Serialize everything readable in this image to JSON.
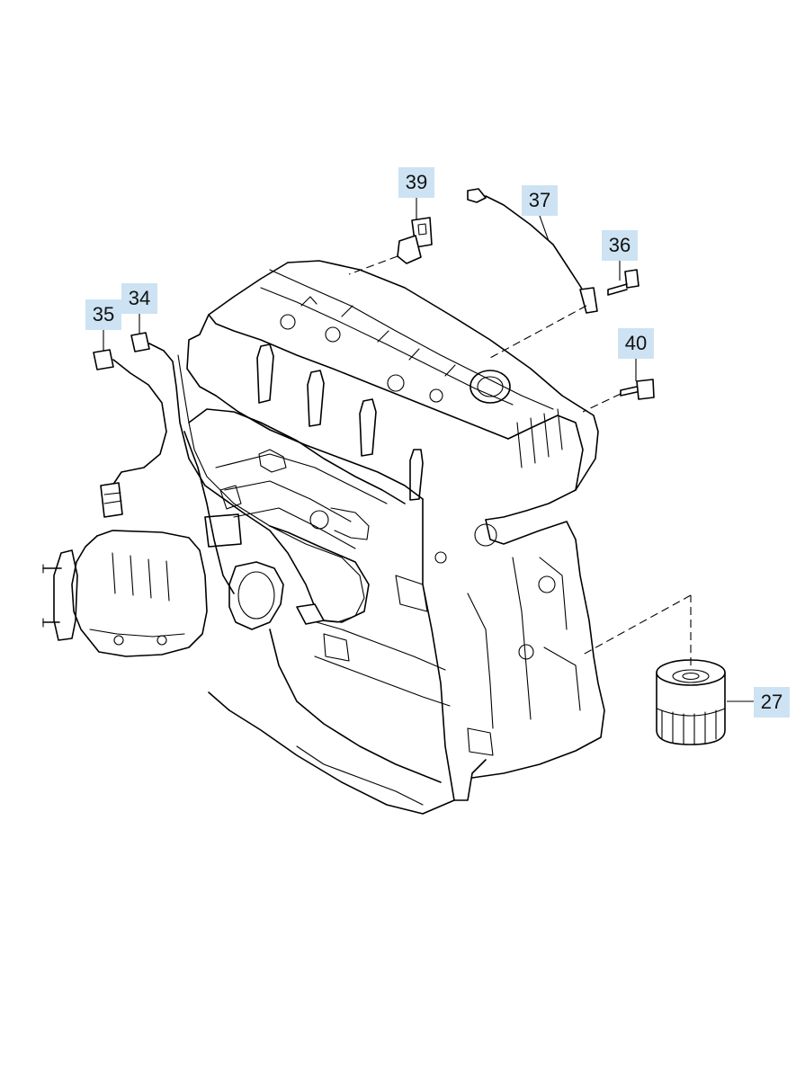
{
  "callouts": [
    {
      "id": "39",
      "label": "39"
    },
    {
      "id": "37",
      "label": "37"
    },
    {
      "id": "36",
      "label": "36"
    },
    {
      "id": "34",
      "label": "34"
    },
    {
      "id": "35",
      "label": "35"
    },
    {
      "id": "40",
      "label": "40"
    },
    {
      "id": "27",
      "label": "27"
    }
  ],
  "colors": {
    "callout_bg": "#cde3f3",
    "line": "#000000",
    "background": "#ffffff"
  }
}
